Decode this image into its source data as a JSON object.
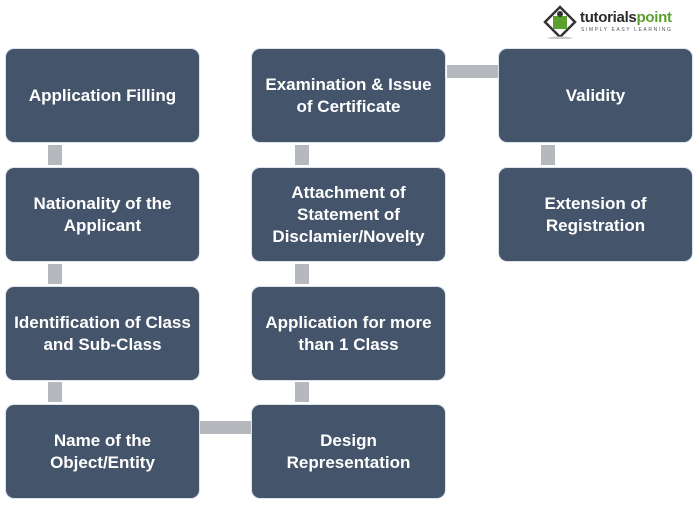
{
  "logo": {
    "name_part1": "tutorials",
    "name_part2": "point",
    "tagline": "SIMPLY EASY LEARNING"
  },
  "colors": {
    "box": "#44546a",
    "connector": "#b5b8bd",
    "text": "#ffffff"
  },
  "steps": [
    {
      "label": "Application Filling"
    },
    {
      "label": "Nationality of the Applicant"
    },
    {
      "label": "Identification of Class and Sub-Class"
    },
    {
      "label": "Name of the Object/Entity"
    },
    {
      "label": "Design Representation"
    },
    {
      "label": "Application for more than 1 Class"
    },
    {
      "label": "Attachment of Statement of Disclamier/Novelty"
    },
    {
      "label": "Examination & Issue of Certificate"
    },
    {
      "label": "Validity"
    },
    {
      "label": "Extension of Registration"
    }
  ]
}
